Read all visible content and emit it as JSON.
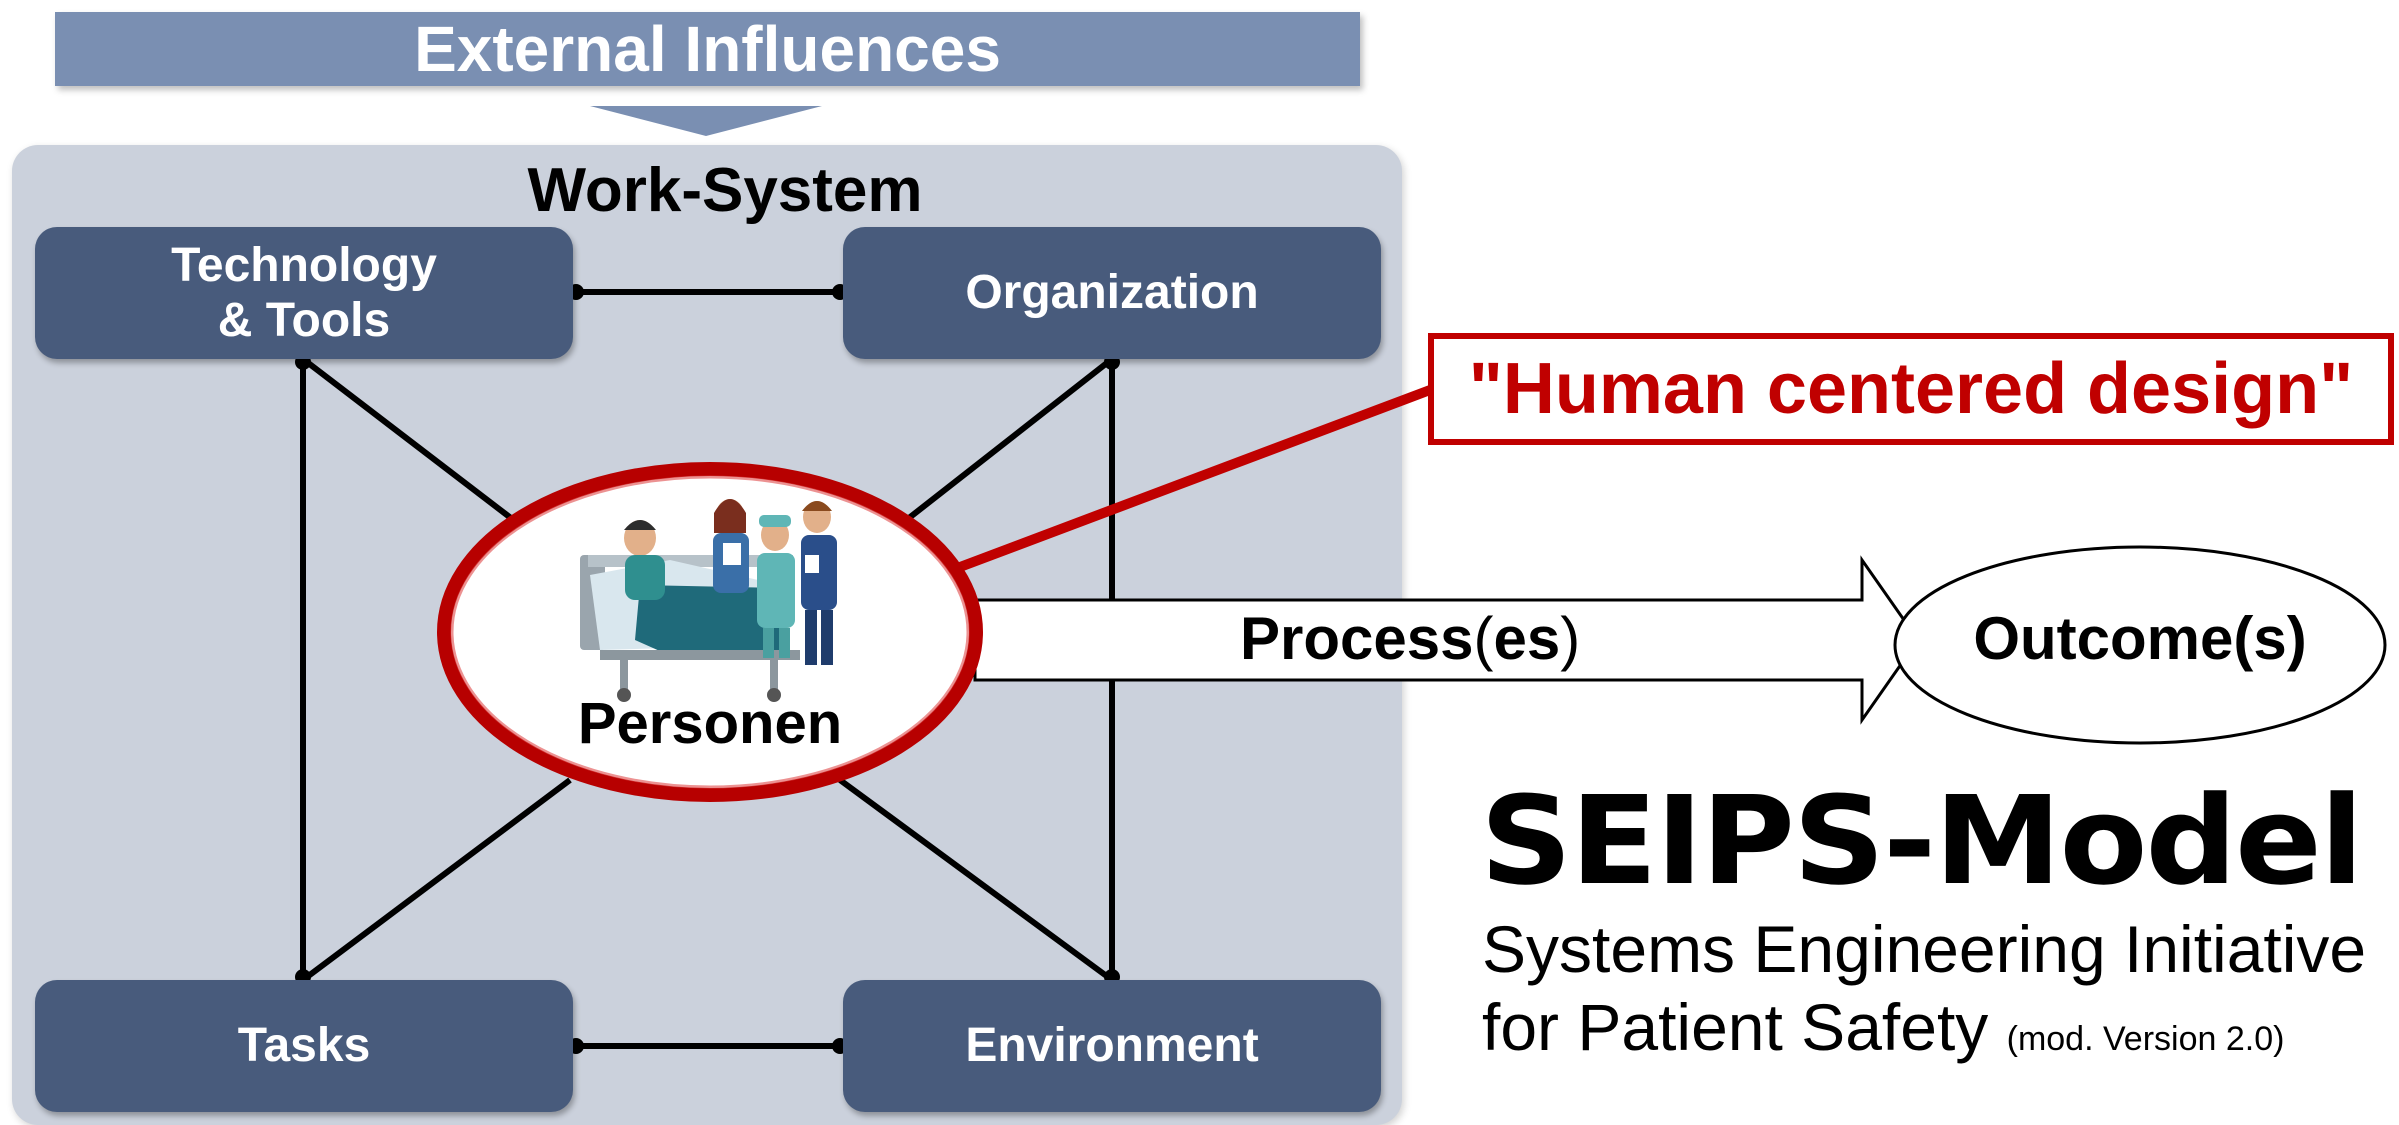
{
  "diagram": {
    "banner_text": "External Influences",
    "work_system_title": "Work-System",
    "boxes": {
      "technology": "Technology\n& Tools",
      "organization": "Organization",
      "tasks": "Tasks",
      "environment": "Environment"
    },
    "center_label": "Personen",
    "callout": "\"Human centered design\"",
    "process_bold_1": "Process",
    "process_paren_open": "(",
    "process_bold_2": "es",
    "process_paren_close": ")",
    "outcome": "Outcome(s)",
    "model_title": "SEIPS-Model",
    "subtitle_line1": "Systems Engineering Initiative",
    "subtitle_line2": "for Patient Safety",
    "subtitle_note": "(mod. Version 2.0)",
    "colors": {
      "banner": "#7a8fb2",
      "panel": "#cbd1dc",
      "box": "#485b7c",
      "accent_red": "#c00000"
    },
    "icons": [
      "hospital-bed-patient-illustration",
      "medical-staff-illustration"
    ]
  }
}
